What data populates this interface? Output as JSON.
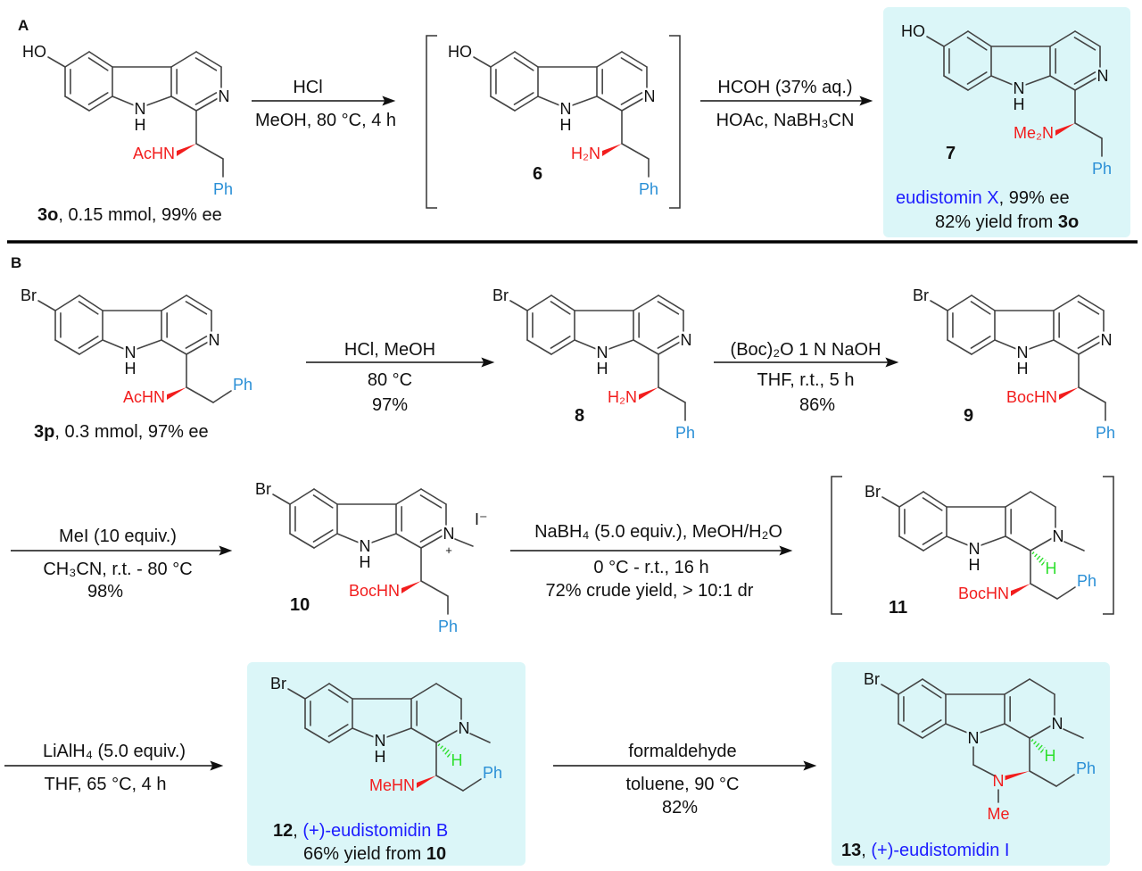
{
  "panels": {
    "a_label": "A",
    "b_label": "B"
  },
  "colors": {
    "red": "#f21d1d",
    "ph_blue": "#2a8fd6",
    "name_blue": "#1d1dff",
    "green": "#2fe02f",
    "box": "#dbf6f8",
    "bond": "#444444"
  },
  "steps": {
    "a1": {
      "top": "HCl",
      "bottom": "MeOH, 80 °C, 4 h"
    },
    "a2": {
      "top": "HCOH (37% aq.)",
      "bottom": "HOAc, NaBH₃CN"
    },
    "b1": {
      "top": "HCl, MeOH",
      "mid": "80 °C",
      "bottom": "97%"
    },
    "b2": {
      "top": "(Boc)₂O 1 N NaOH",
      "mid": "THF, r.t., 5 h",
      "bottom": "86%"
    },
    "b3": {
      "top": "MeI (10 equiv.)",
      "mid": "CH₃CN, r.t. - 80 °C",
      "bottom": "98%"
    },
    "b4": {
      "top": "NaBH₄ (5.0 equiv.), MeOH/H₂O",
      "mid": "0 °C - r.t., 16 h",
      "bottom": "72% crude yield, > 10:1 dr"
    },
    "b5": {
      "top": "LiAlH₄ (5.0 equiv.)",
      "bottom": "THF, 65 °C, 4 h"
    },
    "b6": {
      "top": "formaldehyde",
      "mid": "toluene, 90 °C",
      "bottom": "82%"
    }
  },
  "compounds": {
    "c3o": {
      "num": "3o",
      "detail": ", 0.15 mmol, 99% ee"
    },
    "c6": {
      "num": "6"
    },
    "c7": {
      "num": "7",
      "name": "eudistomin X",
      "detail": ", 99% ee",
      "yield_text": "82% yield from ",
      "yield_ref": "3o"
    },
    "c3p": {
      "num": "3p",
      "detail": ", 0.3 mmol, 97% ee"
    },
    "c8": {
      "num": "8"
    },
    "c9": {
      "num": "9"
    },
    "c10": {
      "num": "10"
    },
    "c11": {
      "num": "11"
    },
    "c12": {
      "num": "12",
      "sep": ", ",
      "name": "(+)-eudistomidin B",
      "yield_text": "66% yield from ",
      "yield_ref": "10"
    },
    "c13": {
      "num": "13",
      "sep": ", ",
      "name": "(+)-eudistomidin I"
    }
  },
  "atoms": {
    "m3o": {
      "sub": "HO",
      "amine": "AcHN",
      "ph": "Ph"
    },
    "m6": {
      "sub": "HO",
      "amine": "H₂N",
      "ph": "Ph"
    },
    "m7": {
      "sub": "HO",
      "amine": "Me₂N",
      "ph": "Ph"
    },
    "m3p": {
      "sub": "Br",
      "amine": "AcHN",
      "ph": "Ph"
    },
    "m8": {
      "sub": "Br",
      "amine": "H₂N",
      "ph": "Ph"
    },
    "m9": {
      "sub": "Br",
      "amine": "BocHN",
      "ph": "Ph"
    },
    "m10": {
      "sub": "Br",
      "amine": "BocHN",
      "ph": "Ph",
      "counter": "I⁻",
      "charge": "+"
    },
    "m11": {
      "sub": "Br",
      "amine": "BocHN",
      "ph": "Ph",
      "h": "H"
    },
    "m12": {
      "sub": "Br",
      "amine": "MeHN",
      "ph": "Ph",
      "h": "H"
    },
    "m13": {
      "sub": "Br",
      "amine": "N",
      "amine_me": "Me",
      "ph": "Ph",
      "h": "H"
    },
    "ring_n": "N",
    "ring_h": "H"
  }
}
